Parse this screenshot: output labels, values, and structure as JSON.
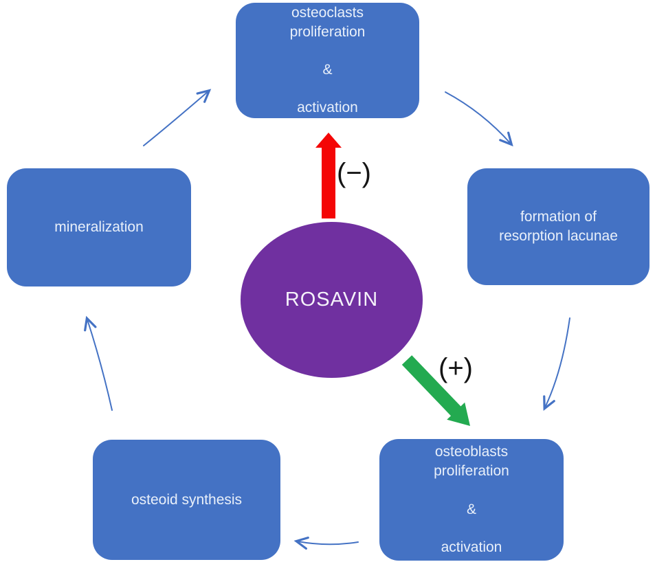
{
  "diagram": {
    "center": {
      "label": "ROSAVIN"
    },
    "boxes": [
      {
        "name": "osteoclasts",
        "label": "osteoclasts\nproliferation\n\n&\n\nactivation"
      },
      {
        "name": "formation-of-resorption-lacunae",
        "label": "formation of\nresorption lacunae"
      },
      {
        "name": "osteoblasts",
        "label": "osteoblasts\nproliferation\n\n&\n\nactivation"
      },
      {
        "name": "osteoid-synthesis",
        "label": "osteoid synthesis"
      },
      {
        "name": "mineralization",
        "label": "mineralization"
      }
    ],
    "inhibition_sign": "(−)",
    "stimulation_sign": "(+)",
    "colors": {
      "box_blue": "#4472C4",
      "box_text": "#E9F0FA",
      "ellipse_purple": "#7030A0",
      "inhibit_red": "#F40606",
      "stimulate_green": "#23AA50",
      "cycle_arrow_blue": "#4472C4",
      "sign_black": "#141414",
      "background": "#FFFFFF"
    }
  }
}
